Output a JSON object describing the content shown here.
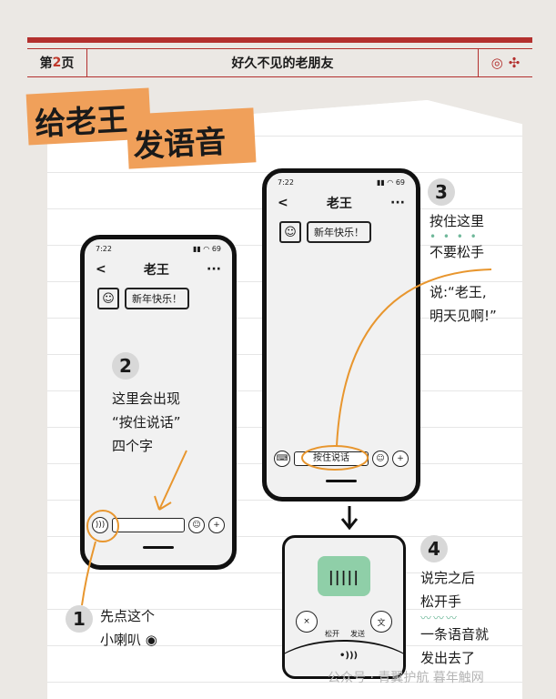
{
  "header": {
    "page_prefix": "第",
    "page_number": "2",
    "page_suffix": "页",
    "title": "好久不见的老朋友",
    "icons": [
      "coin-icon",
      "knot-icon"
    ]
  },
  "banner": {
    "line1": "给老王",
    "line2": "发语音"
  },
  "phone": {
    "time": "7:22",
    "battery": "69",
    "back": "<",
    "contact": "老王",
    "more": "···",
    "message": "新年快乐！",
    "hold_button": "按住说话"
  },
  "steps": [
    {
      "number": "1",
      "lines": [
        "先点这个",
        "小喇叭"
      ]
    },
    {
      "number": "2",
      "lines": [
        "这里会出现",
        "“按住说话”",
        "四个字"
      ]
    },
    {
      "number": "3",
      "lines": [
        "按住这里",
        "不要松手",
        "说:“老王,",
        "明天见啊!”"
      ]
    },
    {
      "number": "4",
      "lines": [
        "说完之后",
        "松开手",
        "一条语音就",
        "发出去了"
      ]
    }
  ],
  "voice_panel": {
    "cancel_label": "松开",
    "send_label": "发送",
    "cancel_icon": "×",
    "text_icon": "文"
  },
  "watermark": "公众号 · 青翼护航 暮年触网"
}
